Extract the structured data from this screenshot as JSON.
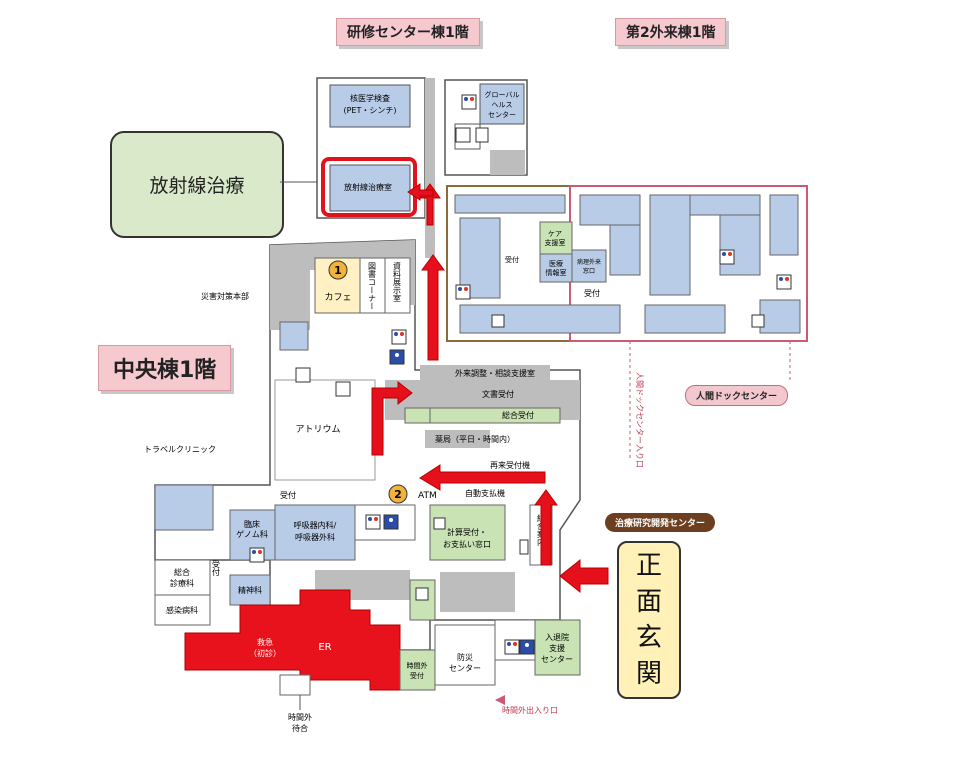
{
  "headers": {
    "training_center": "研修センター棟1階",
    "outpatient2": "第2外来棟1階",
    "central": "中央棟1階"
  },
  "callouts": {
    "radiation": "放射線治療",
    "main_entrance": [
      "正",
      "面",
      "玄",
      "関"
    ],
    "dock_center": "人間ドックセンター",
    "research_center": "治療研究開発センター"
  },
  "rooms": {
    "nuclear_medicine": "核医学検査\n(PET・シンチ)",
    "radiation_room": "放射線治療室",
    "global_health": "グローバル\nヘルス\nセンター",
    "cafe": "カフェ",
    "library": "図書コーナー",
    "exhibit": "資料展示室",
    "disaster_hq": "災害対策本部",
    "atrium": "アトリウム",
    "travel_clinic": "トラベルクリニック",
    "clinical_genome": "臨床\nゲノム科",
    "respiratory": "呼吸器内科/\n呼吸器外科",
    "general_medicine": "総合\n診療科",
    "infectious": "感染病科",
    "psychiatry": "精神科",
    "emergency": "救急\n（初診）",
    "er": "ER",
    "after_hours_reception": "時間外\n受付",
    "disaster_center": "防災\nセンター",
    "admission": "入退院\n支援\nセンター",
    "billing": "計算受付・\nお支払い窓口",
    "info": "総合\n案内",
    "outpatient_coord": "外来調整・相談支援室",
    "document": "文書受付",
    "general_reception": "総合受付",
    "pharmacy": "薬局（平日・時間内）",
    "reentry": "再来受付機",
    "auto_pay": "自動支払機",
    "atm": "ATM",
    "reception": "受付",
    "care_support": "ケア\n支援室",
    "medical_info": "医療\n情報室",
    "pathology": "病理外来\n窓口",
    "after_hours_waiting": "時間外\n待合",
    "after_hours_entrance": "時間外出入り口",
    "dock_entrance": "人間ドックセンター入り口"
  },
  "markers": {
    "one": "1",
    "two": "2"
  },
  "colors": {
    "room_blue": "#b8cce8",
    "room_green": "#c9e3b4",
    "emergency_red": "#e8121c",
    "corridor_gray": "#bdbdbd",
    "route_red": "#e5101c",
    "highlight_red": "#e0121c",
    "dock_border": "#cc5a74",
    "outpatient_border": "#8b6a3c"
  }
}
